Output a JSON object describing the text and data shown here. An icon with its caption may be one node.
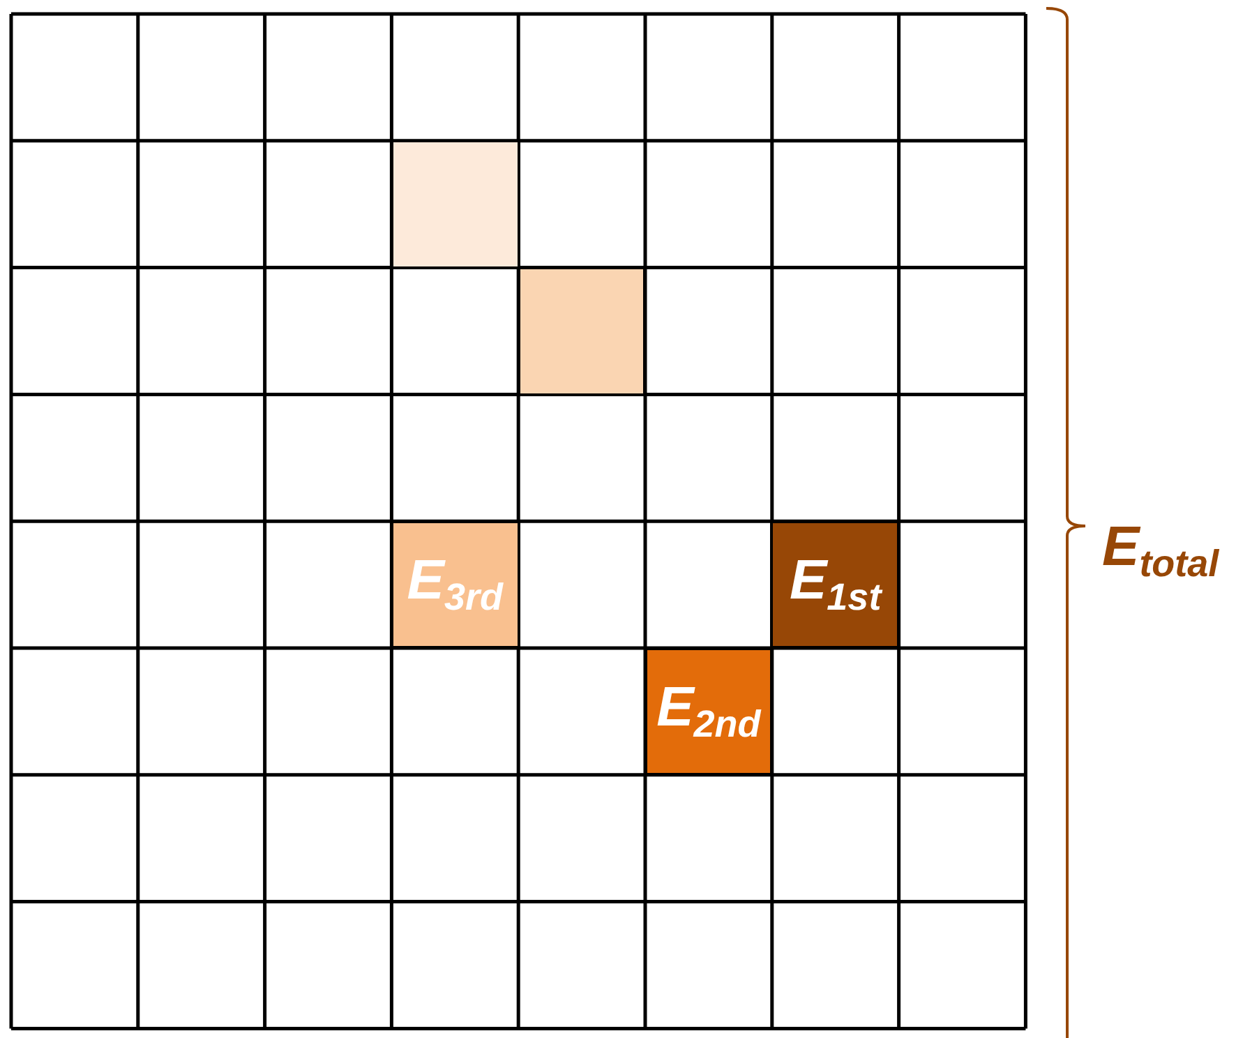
{
  "diagram": {
    "nodes": [
      {
        "text": [],
        "shape": "box"
      },
      {
        "text": [],
        "shape": "box"
      },
      {
        "text": [
          "E$_{3rd}$"
        ]
      },
      {
        "text": [
          "E$_{1st}$"
        ]
      },
      {
        "text": [
          "E$_{2nd}$"
        ]
      }
    ],
    "labels": [
      "E$_{total}$"
    ]
  }
}
